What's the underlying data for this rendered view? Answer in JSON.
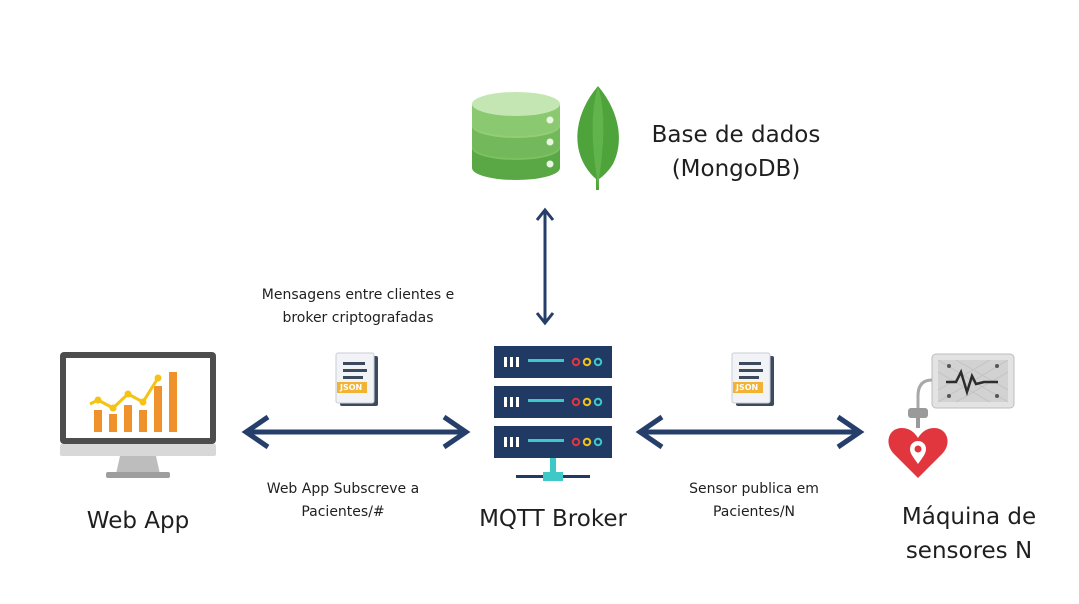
{
  "nodes": {
    "database": {
      "title_line1": "Base de dados",
      "title_line2": "(MongoDB)"
    },
    "broker": {
      "title": "MQTT Broker"
    },
    "webapp": {
      "title": "Web App"
    },
    "machine": {
      "title_line1": "Máquina de",
      "title_line2": "sensores N"
    }
  },
  "annotations": {
    "encrypted_line1": "Mensagens entre clientes e",
    "encrypted_line2": "broker criptografadas",
    "subscribe_line1": "Web App Subscreve a",
    "subscribe_line2": "Pacientes/#",
    "publish_line1": "Sensor publica em",
    "publish_line2": "Pacientes/N"
  },
  "badges": {
    "json_label": "JSON"
  },
  "colors": {
    "arrow": "#263f6a",
    "server": "#213a64",
    "server_bar": "#3fc8c8",
    "mongo_leaf": "#5aa845",
    "db_green": "#7cc060",
    "chart_bar": "#f0922b",
    "chart_line": "#f4c316",
    "heart": "#e2363f",
    "monitor_frame": "#4d4d4d"
  }
}
